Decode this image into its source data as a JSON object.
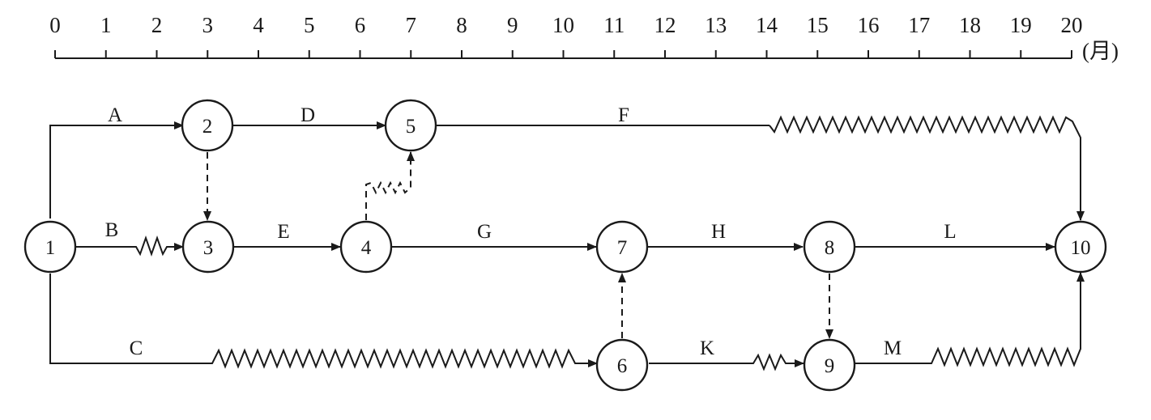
{
  "timescale": {
    "ticks": [
      "0",
      "1",
      "2",
      "3",
      "4",
      "5",
      "6",
      "7",
      "8",
      "9",
      "10",
      "11",
      "12",
      "13",
      "14",
      "15",
      "16",
      "17",
      "18",
      "19",
      "20"
    ],
    "unit": "(月)"
  },
  "nodes": [
    "1",
    "2",
    "3",
    "4",
    "5",
    "6",
    "7",
    "8",
    "9",
    "10"
  ],
  "activities": {
    "A": "A",
    "B": "B",
    "C": "C",
    "D": "D",
    "E": "E",
    "F": "F",
    "G": "G",
    "H": "H",
    "K": "K",
    "L": "L",
    "M": "M"
  },
  "colors": {
    "ink": "#1a1a1a",
    "background": "#ffffff"
  }
}
